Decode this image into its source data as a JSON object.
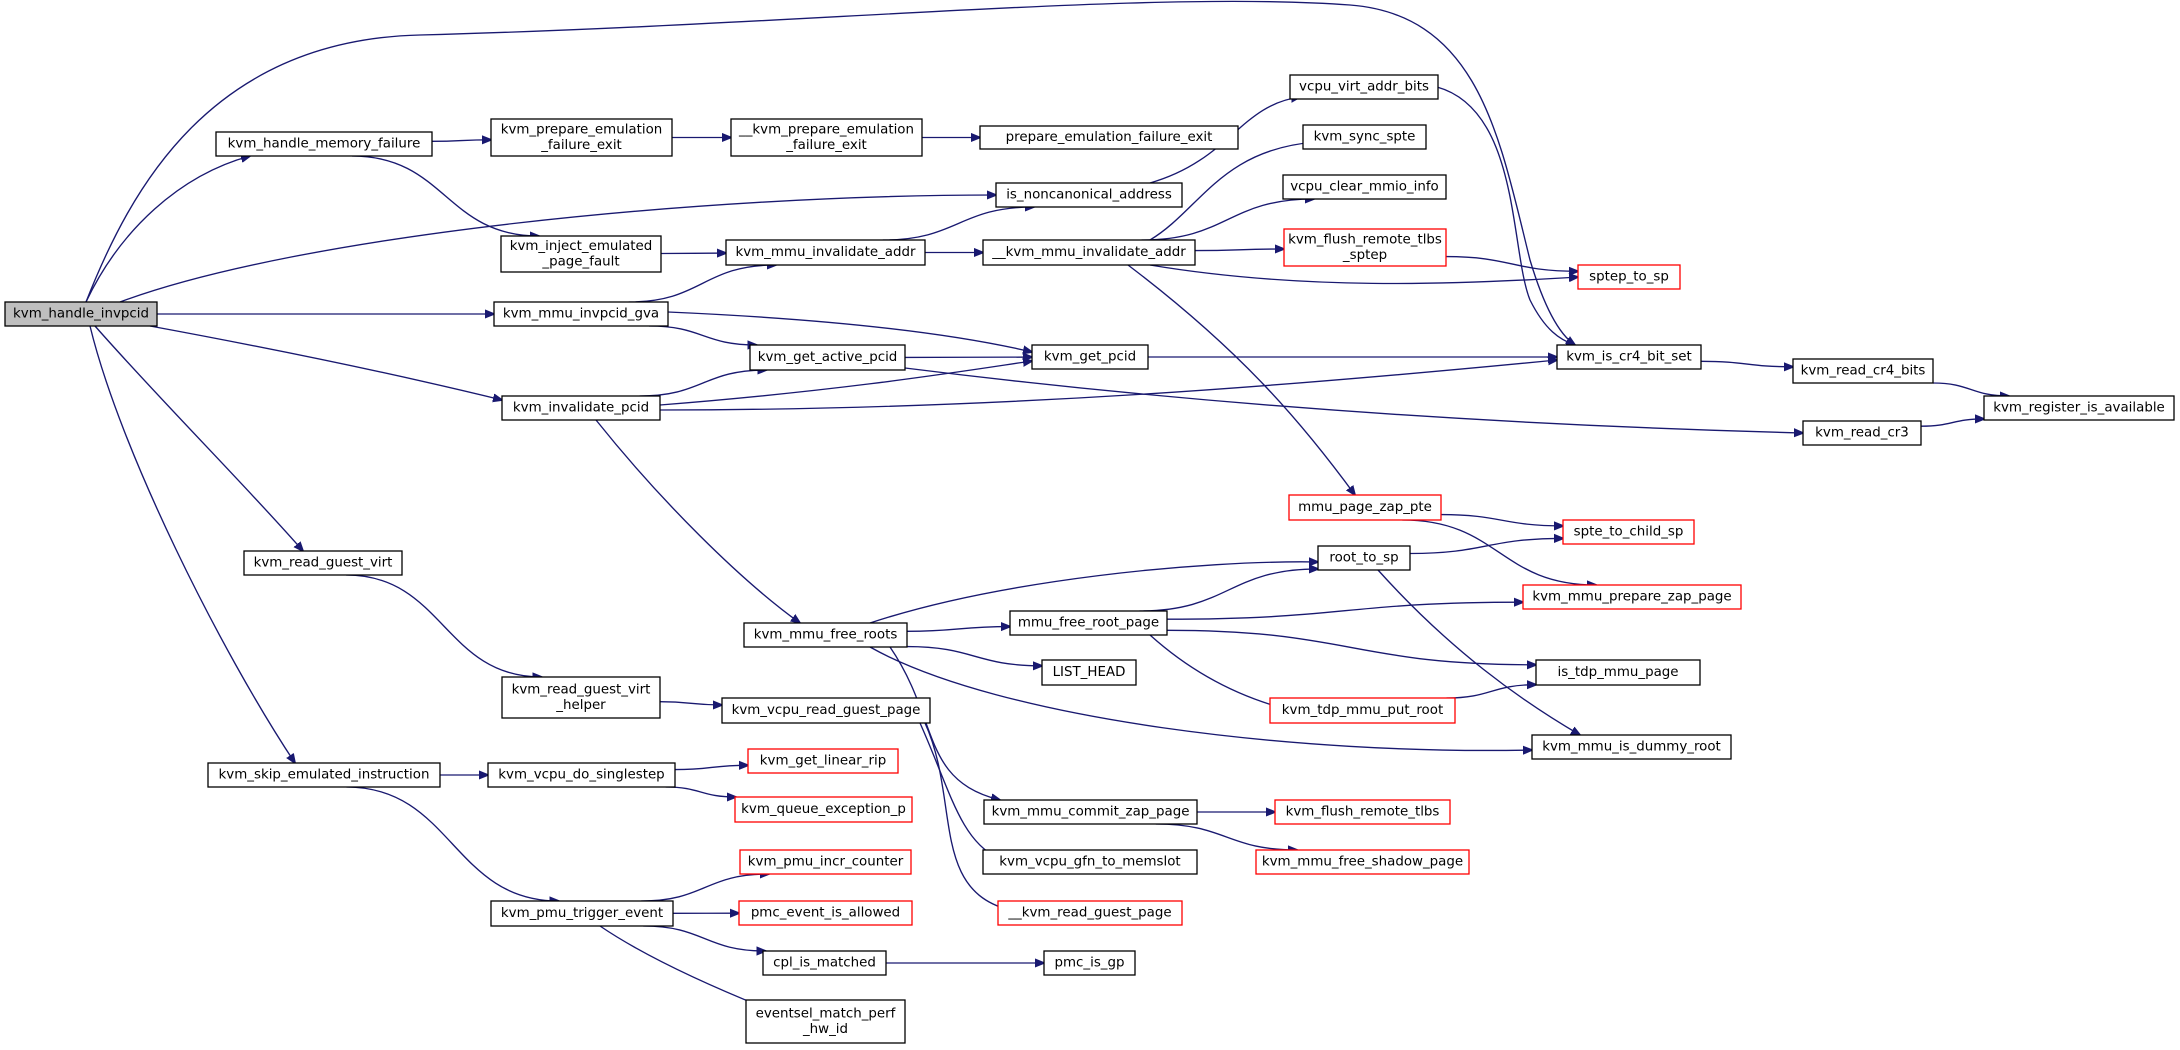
{
  "colors": {
    "edge": "#191970",
    "root_fill": "#bfbfbf",
    "highlight_border": "#ff0000",
    "default_border": "#000000"
  },
  "nodes": [
    {
      "id": "n_handle_invpcid",
      "lines": [
        "kvm_handle_invpcid"
      ],
      "style": "root"
    },
    {
      "id": "n_handle_memory_failure",
      "lines": [
        "kvm_handle_memory_failure"
      ]
    },
    {
      "id": "n_prepare_emul_fail_exit",
      "lines": [
        "kvm_prepare_emulation",
        "_failure_exit"
      ]
    },
    {
      "id": "n___prepare_emul_fail_exit",
      "lines": [
        "__kvm_prepare_emulation",
        "_failure_exit"
      ]
    },
    {
      "id": "n_prepare_emulation_failure_exit",
      "lines": [
        "prepare_emulation_failure_exit"
      ]
    },
    {
      "id": "n_vcpu_virt_addr_bits",
      "lines": [
        "vcpu_virt_addr_bits"
      ]
    },
    {
      "id": "n_kvm_sync_spte",
      "lines": [
        "kvm_sync_spte"
      ]
    },
    {
      "id": "n_is_noncanonical_address",
      "lines": [
        "is_noncanonical_address"
      ]
    },
    {
      "id": "n_vcpu_clear_mmio_info",
      "lines": [
        "vcpu_clear_mmio_info"
      ]
    },
    {
      "id": "n_inject_emulated_page_fault",
      "lines": [
        "kvm_inject_emulated",
        "_page_fault"
      ]
    },
    {
      "id": "n_kvm_mmu_invalidate_addr",
      "lines": [
        "kvm_mmu_invalidate_addr"
      ]
    },
    {
      "id": "n___kvm_mmu_invalidate_addr",
      "lines": [
        "__kvm_mmu_invalidate_addr"
      ]
    },
    {
      "id": "n_flush_remote_tlbs_sptep",
      "lines": [
        "kvm_flush_remote_tlbs",
        "_sptep"
      ],
      "style": "red"
    },
    {
      "id": "n_sptep_to_sp",
      "lines": [
        "sptep_to_sp"
      ],
      "style": "red"
    },
    {
      "id": "n_kvm_mmu_invpcid_gva",
      "lines": [
        "kvm_mmu_invpcid_gva"
      ]
    },
    {
      "id": "n_kvm_get_active_pcid",
      "lines": [
        "kvm_get_active_pcid"
      ]
    },
    {
      "id": "n_kvm_get_pcid",
      "lines": [
        "kvm_get_pcid"
      ]
    },
    {
      "id": "n_kvm_is_cr4_bit_set",
      "lines": [
        "kvm_is_cr4_bit_set"
      ]
    },
    {
      "id": "n_kvm_read_cr4_bits",
      "lines": [
        "kvm_read_cr4_bits"
      ]
    },
    {
      "id": "n_kvm_register_is_available",
      "lines": [
        "kvm_register_is_available"
      ]
    },
    {
      "id": "n_kvm_invalidate_pcid",
      "lines": [
        "kvm_invalidate_pcid"
      ]
    },
    {
      "id": "n_kvm_read_cr3",
      "lines": [
        "kvm_read_cr3"
      ]
    },
    {
      "id": "n_mmu_page_zap_pte",
      "lines": [
        "mmu_page_zap_pte"
      ],
      "style": "red"
    },
    {
      "id": "n_spte_to_child_sp",
      "lines": [
        "spte_to_child_sp"
      ],
      "style": "red"
    },
    {
      "id": "n_root_to_sp",
      "lines": [
        "root_to_sp"
      ]
    },
    {
      "id": "n_kvm_read_guest_virt",
      "lines": [
        "kvm_read_guest_virt"
      ]
    },
    {
      "id": "n_kvm_mmu_prepare_zap_page",
      "lines": [
        "kvm_mmu_prepare_zap_page"
      ],
      "style": "red"
    },
    {
      "id": "n_mmu_free_root_page",
      "lines": [
        "mmu_free_root_page"
      ]
    },
    {
      "id": "n_kvm_mmu_free_roots",
      "lines": [
        "kvm_mmu_free_roots"
      ]
    },
    {
      "id": "n_list_head",
      "lines": [
        "LIST_HEAD"
      ]
    },
    {
      "id": "n_is_tdp_mmu_page",
      "lines": [
        "is_tdp_mmu_page"
      ]
    },
    {
      "id": "n_kvm_read_guest_virt_helper",
      "lines": [
        "kvm_read_guest_virt",
        "_helper"
      ]
    },
    {
      "id": "n_kvm_vcpu_read_guest_page",
      "lines": [
        "kvm_vcpu_read_guest_page"
      ]
    },
    {
      "id": "n_kvm_tdp_mmu_put_root",
      "lines": [
        "kvm_tdp_mmu_put_root"
      ],
      "style": "red"
    },
    {
      "id": "n_kvm_mmu_is_dummy_root",
      "lines": [
        "kvm_mmu_is_dummy_root"
      ]
    },
    {
      "id": "n_kvm_skip_emulated_instruction",
      "lines": [
        "kvm_skip_emulated_instruction"
      ]
    },
    {
      "id": "n_kvm_vcpu_do_singlestep",
      "lines": [
        "kvm_vcpu_do_singlestep"
      ]
    },
    {
      "id": "n_kvm_get_linear_rip",
      "lines": [
        "kvm_get_linear_rip"
      ],
      "style": "red"
    },
    {
      "id": "n_kvm_queue_exception_p",
      "lines": [
        "kvm_queue_exception_p"
      ],
      "style": "red"
    },
    {
      "id": "n_kvm_mmu_commit_zap_page",
      "lines": [
        "kvm_mmu_commit_zap_page"
      ]
    },
    {
      "id": "n_kvm_flush_remote_tlbs",
      "lines": [
        "kvm_flush_remote_tlbs"
      ],
      "style": "red"
    },
    {
      "id": "n_kvm_vcpu_gfn_to_memslot",
      "lines": [
        "kvm_vcpu_gfn_to_memslot"
      ]
    },
    {
      "id": "n_kvm_mmu_free_shadow_page",
      "lines": [
        "kvm_mmu_free_shadow_page"
      ],
      "style": "red"
    },
    {
      "id": "n_kvm_pmu_incr_counter",
      "lines": [
        "kvm_pmu_incr_counter"
      ],
      "style": "red"
    },
    {
      "id": "n_kvm_pmu_trigger_event",
      "lines": [
        "kvm_pmu_trigger_event"
      ]
    },
    {
      "id": "n_pmc_event_is_allowed",
      "lines": [
        "pmc_event_is_allowed"
      ],
      "style": "red"
    },
    {
      "id": "n___kvm_read_guest_page",
      "lines": [
        "__kvm_read_guest_page"
      ],
      "style": "red"
    },
    {
      "id": "n_cpl_is_matched",
      "lines": [
        "cpl_is_matched"
      ]
    },
    {
      "id": "n_pmc_is_gp",
      "lines": [
        "pmc_is_gp"
      ]
    },
    {
      "id": "n_eventsel_match_perf_hw_id",
      "lines": [
        "eventsel_match_perf",
        "_hw_id"
      ]
    }
  ],
  "edges": [
    [
      "n_handle_invpcid",
      "n_handle_memory_failure"
    ],
    [
      "n_handle_invpcid",
      "n_kvm_is_cr4_bit_set"
    ],
    [
      "n_handle_invpcid",
      "n_is_noncanonical_address"
    ],
    [
      "n_handle_invpcid",
      "n_kvm_mmu_invpcid_gva"
    ],
    [
      "n_handle_invpcid",
      "n_kvm_invalidate_pcid"
    ],
    [
      "n_handle_invpcid",
      "n_kvm_read_guest_virt"
    ],
    [
      "n_handle_invpcid",
      "n_kvm_skip_emulated_instruction"
    ],
    [
      "n_handle_memory_failure",
      "n_prepare_emul_fail_exit"
    ],
    [
      "n_handle_memory_failure",
      "n_inject_emulated_page_fault"
    ],
    [
      "n_prepare_emul_fail_exit",
      "n___prepare_emul_fail_exit"
    ],
    [
      "n___prepare_emul_fail_exit",
      "n_prepare_emulation_failure_exit"
    ],
    [
      "n_is_noncanonical_address",
      "n_vcpu_virt_addr_bits"
    ],
    [
      "n_vcpu_virt_addr_bits",
      "n_kvm_is_cr4_bit_set"
    ],
    [
      "n_inject_emulated_page_fault",
      "n_kvm_mmu_invalidate_addr"
    ],
    [
      "n_kvm_mmu_invalidate_addr",
      "n_is_noncanonical_address"
    ],
    [
      "n_kvm_mmu_invalidate_addr",
      "n___kvm_mmu_invalidate_addr"
    ],
    [
      "n___kvm_mmu_invalidate_addr",
      "n_kvm_sync_spte"
    ],
    [
      "n___kvm_mmu_invalidate_addr",
      "n_vcpu_clear_mmio_info"
    ],
    [
      "n___kvm_mmu_invalidate_addr",
      "n_flush_remote_tlbs_sptep"
    ],
    [
      "n___kvm_mmu_invalidate_addr",
      "n_sptep_to_sp"
    ],
    [
      "n___kvm_mmu_invalidate_addr",
      "n_mmu_page_zap_pte"
    ],
    [
      "n_flush_remote_tlbs_sptep",
      "n_sptep_to_sp"
    ],
    [
      "n_kvm_mmu_invpcid_gva",
      "n_kvm_mmu_invalidate_addr"
    ],
    [
      "n_kvm_mmu_invpcid_gva",
      "n_kvm_get_active_pcid"
    ],
    [
      "n_kvm_mmu_invpcid_gva",
      "n_kvm_get_pcid"
    ],
    [
      "n_kvm_get_active_pcid",
      "n_kvm_get_pcid"
    ],
    [
      "n_kvm_get_active_pcid",
      "n_kvm_read_cr3"
    ],
    [
      "n_kvm_get_pcid",
      "n_kvm_is_cr4_bit_set"
    ],
    [
      "n_kvm_is_cr4_bit_set",
      "n_kvm_read_cr4_bits"
    ],
    [
      "n_kvm_read_cr4_bits",
      "n_kvm_register_is_available"
    ],
    [
      "n_kvm_read_cr3",
      "n_kvm_register_is_available"
    ],
    [
      "n_kvm_invalidate_pcid",
      "n_kvm_get_active_pcid"
    ],
    [
      "n_kvm_invalidate_pcid",
      "n_kvm_get_pcid"
    ],
    [
      "n_kvm_invalidate_pcid",
      "n_kvm_is_cr4_bit_set"
    ],
    [
      "n_kvm_invalidate_pcid",
      "n_kvm_mmu_free_roots"
    ],
    [
      "n_mmu_page_zap_pte",
      "n_spte_to_child_sp"
    ],
    [
      "n_mmu_page_zap_pte",
      "n_kvm_mmu_prepare_zap_page"
    ],
    [
      "n_root_to_sp",
      "n_spte_to_child_sp"
    ],
    [
      "n_root_to_sp",
      "n_kvm_mmu_is_dummy_root"
    ],
    [
      "n_kvm_mmu_free_roots",
      "n_root_to_sp"
    ],
    [
      "n_kvm_mmu_free_roots",
      "n_mmu_free_root_page"
    ],
    [
      "n_kvm_mmu_free_roots",
      "n_list_head"
    ],
    [
      "n_kvm_mmu_free_roots",
      "n_kvm_mmu_is_dummy_root"
    ],
    [
      "n_kvm_mmu_free_roots",
      "n_kvm_mmu_commit_zap_page"
    ],
    [
      "n_mmu_free_root_page",
      "n_root_to_sp"
    ],
    [
      "n_mmu_free_root_page",
      "n_kvm_mmu_prepare_zap_page"
    ],
    [
      "n_mmu_free_root_page",
      "n_is_tdp_mmu_page"
    ],
    [
      "n_mmu_free_root_page",
      "n_kvm_tdp_mmu_put_root"
    ],
    [
      "n_kvm_tdp_mmu_put_root",
      "n_is_tdp_mmu_page"
    ],
    [
      "n_kvm_read_guest_virt",
      "n_kvm_read_guest_virt_helper"
    ],
    [
      "n_kvm_read_guest_virt_helper",
      "n_kvm_vcpu_read_guest_page"
    ],
    [
      "n_kvm_vcpu_read_guest_page",
      "n_kvm_vcpu_gfn_to_memslot"
    ],
    [
      "n_kvm_vcpu_read_guest_page",
      "n___kvm_read_guest_page"
    ],
    [
      "n_kvm_skip_emulated_instruction",
      "n_kvm_vcpu_do_singlestep"
    ],
    [
      "n_kvm_skip_emulated_instruction",
      "n_kvm_pmu_trigger_event"
    ],
    [
      "n_kvm_vcpu_do_singlestep",
      "n_kvm_get_linear_rip"
    ],
    [
      "n_kvm_vcpu_do_singlestep",
      "n_kvm_queue_exception_p"
    ],
    [
      "n_kvm_mmu_commit_zap_page",
      "n_kvm_flush_remote_tlbs"
    ],
    [
      "n_kvm_mmu_commit_zap_page",
      "n_kvm_mmu_free_shadow_page"
    ],
    [
      "n_kvm_pmu_trigger_event",
      "n_kvm_pmu_incr_counter"
    ],
    [
      "n_kvm_pmu_trigger_event",
      "n_pmc_event_is_allowed"
    ],
    [
      "n_kvm_pmu_trigger_event",
      "n_cpl_is_matched"
    ],
    [
      "n_kvm_pmu_trigger_event",
      "n_eventsel_match_perf_hw_id"
    ],
    [
      "n_cpl_is_matched",
      "n_pmc_is_gp"
    ]
  ]
}
